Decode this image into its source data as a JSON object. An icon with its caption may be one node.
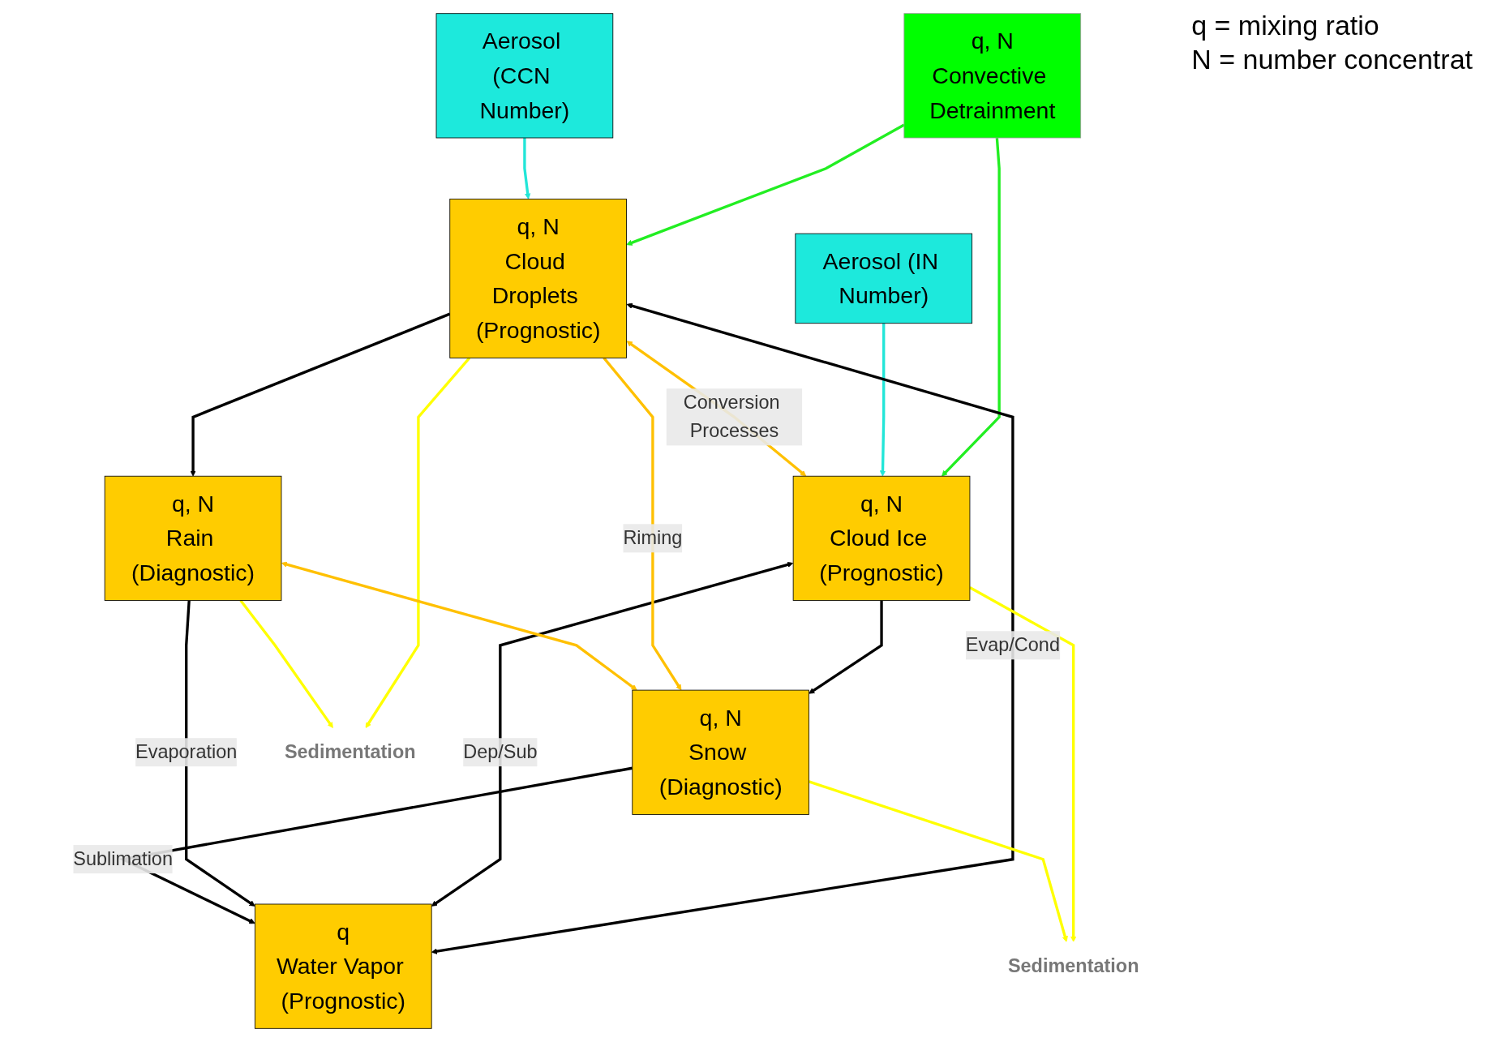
{
  "diagram": {
    "nodes": [
      {
        "text": [
          "q, N",
          "Convective Detrainment"
        ]
      },
      {
        "text": [
          "Aerosol (CCN Number)"
        ]
      },
      {
        "text": [
          "q, N",
          "Cloud Droplets (Prognostic)"
        ]
      },
      {
        "text": [
          "q, N",
          "Cloud Ice (Prognostic)"
        ]
      },
      {
        "text": [
          "Aerosol (IN Number)"
        ]
      },
      {
        "text": [
          "q",
          "Water Vapor (Prognostic)"
        ]
      },
      {
        "text": [
          "q, N",
          "Rain (Diagnostic)"
        ]
      },
      {
        "text": [
          "q, N",
          "Snow (Diagnostic)"
        ]
      },
      {
        "text": [
          "Sedimentation"
        ]
      },
      {
        "text": [
          "Sedimentation"
        ]
      }
    ],
    "edges": [
      {
        "from": 0,
        "to": 2,
        "arrow": "to",
        "color": "#22ee22"
      },
      {
        "from": 0,
        "to": 3,
        "arrow": "to",
        "color": "#22ee22"
      },
      {
        "from": 1,
        "to": 2,
        "arrow": "to",
        "color": "#22e6d8"
      },
      {
        "from": 4,
        "to": 3,
        "arrow": "to",
        "color": "#22e6d8"
      },
      {
        "from": 2,
        "to": 3,
        "arrow": "both",
        "label": "Conversion Processes",
        "color": "#ffc000"
      },
      {
        "from": 2,
        "to": 8,
        "arrow": "to",
        "color": "#ffff00"
      },
      {
        "from": 2,
        "to": 6,
        "arrow": "to"
      },
      {
        "from": 2,
        "to": 5,
        "arrow": "both",
        "label": "Evap/Cond"
      },
      {
        "from": 3,
        "to": 5,
        "arrow": "both",
        "label": "Dep/Sub"
      },
      {
        "from": 3,
        "to": 7,
        "arrow": "to"
      },
      {
        "from": 3,
        "to": 9,
        "arrow": "to",
        "color": "#ffff00"
      },
      {
        "from": 6,
        "to": 5,
        "arrow": "to",
        "label": "Evaporation"
      },
      {
        "from": 7,
        "to": 5,
        "arrow": "to",
        "label": "Sublimation"
      },
      {
        "from": 2,
        "to": 7,
        "arrow": "to",
        "label": "Riming",
        "color": "#ffc000"
      },
      {
        "from": 6,
        "to": 8,
        "arrow": "to",
        "color": "#ffff00"
      },
      {
        "from": 6,
        "to": 7,
        "arrow": "both",
        "color": "#ffc000"
      },
      {
        "from": 7,
        "to": 9,
        "arrow": "to",
        "color": "#ffff00"
      }
    ],
    "labels": [
      "q = mixing ratio",
      "N = number concentrat"
    ]
  }
}
